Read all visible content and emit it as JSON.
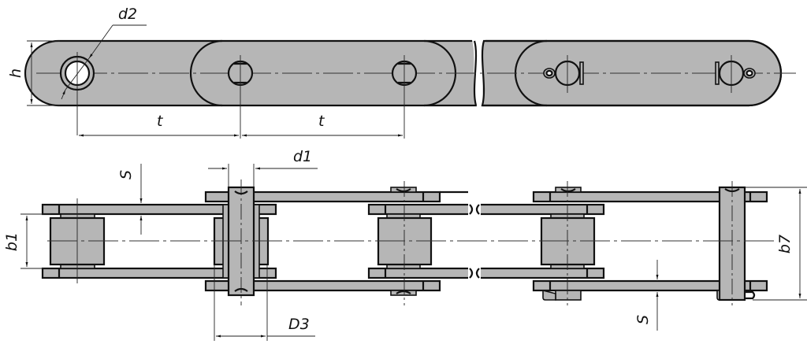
{
  "drawing": {
    "title": "Conveyor chain with rollers - dimension drawing",
    "views": [
      "side-view",
      "top-view"
    ],
    "colors": {
      "part_fill": "#b6b6b6",
      "line": "#111111",
      "background": "#ffffff"
    }
  },
  "labels": {
    "d2": "d2",
    "h": "h",
    "t1": "t",
    "t2": "t",
    "s_top": "S",
    "b1": "b1",
    "d1": "d1",
    "d3": "D3",
    "b7": "b7",
    "s_bottom": "S"
  }
}
